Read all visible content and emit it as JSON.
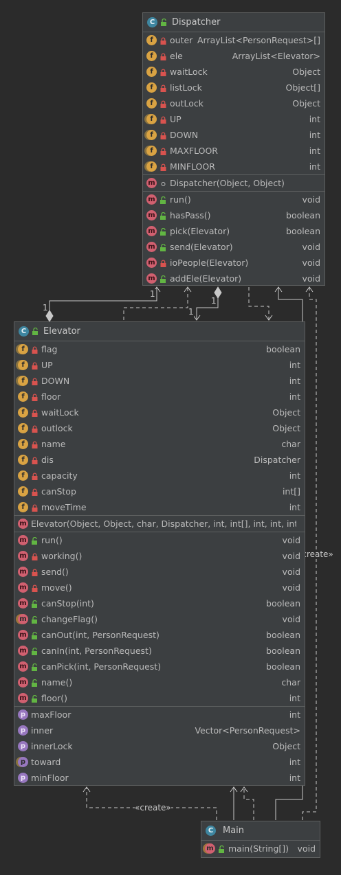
{
  "dispatcher": {
    "name": "Dispatcher",
    "fields": [
      {
        "icon": "f",
        "vis": "private",
        "name": "outer",
        "type": "ArrayList<PersonRequest>[]"
      },
      {
        "icon": "f",
        "vis": "private",
        "name": "ele",
        "type": "ArrayList<Elevator>"
      },
      {
        "icon": "f",
        "vis": "private",
        "name": "waitLock",
        "type": "Object"
      },
      {
        "icon": "f",
        "vis": "private",
        "name": "listLock",
        "type": "Object[]"
      },
      {
        "icon": "f",
        "vis": "private",
        "name": "outLock",
        "type": "Object"
      },
      {
        "icon": "fs",
        "vis": "private",
        "name": "UP",
        "type": "int"
      },
      {
        "icon": "fs",
        "vis": "private",
        "name": "DOWN",
        "type": "int"
      },
      {
        "icon": "fs",
        "vis": "private",
        "name": "MAXFLOOR",
        "type": "int"
      },
      {
        "icon": "fs",
        "vis": "private",
        "name": "MINFLOOR",
        "type": "int"
      }
    ],
    "constructors": [
      {
        "icon": "m",
        "vis": "package",
        "name": "Dispatcher(Object, Object)",
        "type": ""
      }
    ],
    "methods": [
      {
        "icon": "m",
        "vis": "public",
        "name": "run()",
        "type": "void"
      },
      {
        "icon": "m",
        "vis": "public",
        "name": "hasPass()",
        "type": "boolean"
      },
      {
        "icon": "m",
        "vis": "public",
        "name": "pick(Elevator)",
        "type": "boolean"
      },
      {
        "icon": "m",
        "vis": "public",
        "name": "send(Elevator)",
        "type": "void"
      },
      {
        "icon": "m",
        "vis": "private",
        "name": "ioPeople(Elevator)",
        "type": "void"
      },
      {
        "icon": "m",
        "vis": "public",
        "name": "addEle(Elevator)",
        "type": "void"
      }
    ]
  },
  "elevator": {
    "name": "Elevator",
    "fields": [
      {
        "icon": "fs",
        "vis": "private",
        "name": "flag",
        "type": "boolean"
      },
      {
        "icon": "fs",
        "vis": "private",
        "name": "UP",
        "type": "int"
      },
      {
        "icon": "fs",
        "vis": "private",
        "name": "DOWN",
        "type": "int"
      },
      {
        "icon": "f",
        "vis": "private",
        "name": "floor",
        "type": "int"
      },
      {
        "icon": "f",
        "vis": "private",
        "name": "waitLock",
        "type": "Object"
      },
      {
        "icon": "f",
        "vis": "private",
        "name": "outlock",
        "type": "Object"
      },
      {
        "icon": "f",
        "vis": "private",
        "name": "name",
        "type": "char"
      },
      {
        "icon": "f",
        "vis": "private",
        "name": "dis",
        "type": "Dispatcher"
      },
      {
        "icon": "f",
        "vis": "private",
        "name": "capacity",
        "type": "int"
      },
      {
        "icon": "f",
        "vis": "private",
        "name": "canStop",
        "type": "int[]"
      },
      {
        "icon": "f",
        "vis": "private",
        "name": "moveTime",
        "type": "int"
      }
    ],
    "constructors": [
      {
        "icon": "m",
        "vis": "none",
        "name": "Elevator(Object, Object, char, Dispatcher, int, int[], int, int, int)",
        "type": ""
      }
    ],
    "methods": [
      {
        "icon": "m",
        "vis": "public",
        "name": "run()",
        "type": "void"
      },
      {
        "icon": "m",
        "vis": "private",
        "name": "working()",
        "type": "void"
      },
      {
        "icon": "m",
        "vis": "private",
        "name": "send()",
        "type": "void"
      },
      {
        "icon": "m",
        "vis": "private",
        "name": "move()",
        "type": "void"
      },
      {
        "icon": "m",
        "vis": "public",
        "name": "canStop(int)",
        "type": "boolean"
      },
      {
        "icon": "ms",
        "vis": "public",
        "name": "changeFlag()",
        "type": "void"
      },
      {
        "icon": "m",
        "vis": "public",
        "name": "canOut(int, PersonRequest)",
        "type": "boolean"
      },
      {
        "icon": "m",
        "vis": "public",
        "name": "canIn(int, PersonRequest)",
        "type": "boolean"
      },
      {
        "icon": "m",
        "vis": "public",
        "name": "canPick(int, PersonRequest)",
        "type": "boolean"
      },
      {
        "icon": "m",
        "vis": "public",
        "name": "name()",
        "type": "char"
      },
      {
        "icon": "m",
        "vis": "public",
        "name": "floor()",
        "type": "int"
      }
    ],
    "properties": [
      {
        "icon": "p",
        "vis": "none",
        "name": "maxFloor",
        "type": "int"
      },
      {
        "icon": "p",
        "vis": "none",
        "name": "inner",
        "type": "Vector<PersonRequest>"
      },
      {
        "icon": "p",
        "vis": "none",
        "name": "innerLock",
        "type": "Object"
      },
      {
        "icon": "ps",
        "vis": "none",
        "name": "toward",
        "type": "int"
      },
      {
        "icon": "p",
        "vis": "none",
        "name": "minFloor",
        "type": "int"
      }
    ]
  },
  "main": {
    "name": "Main",
    "methods": [
      {
        "icon": "ms",
        "vis": "public",
        "name": "main(String[])",
        "type": "void"
      }
    ]
  },
  "edge_labels": {
    "create_right": "«create»",
    "create_bottom": "«create»",
    "mult_1_left": "1",
    "mult_1_mid": "1",
    "mult_1_agg": "1",
    "mult_1_top_left": "1"
  },
  "colors": {
    "background": "#2b2b2b",
    "panel": "#3c3f41",
    "border": "#5e6060",
    "field_icon": "#d9a343",
    "method_icon": "#d16070",
    "class_icon": "#3e86a0",
    "property_icon": "#9777bf",
    "private_lock": "#d9534f",
    "public_open": "#62b543"
  }
}
